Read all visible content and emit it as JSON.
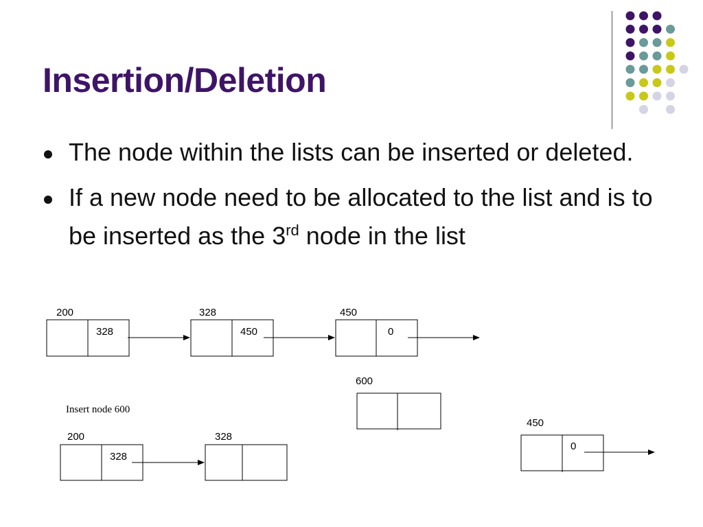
{
  "slide": {
    "title": "Insertion/Deletion",
    "bullets": [
      {
        "text": "The node within the lists can be inserted or deleted."
      },
      {
        "pre": "If a new node need to be allocated to the list and is to be inserted as the 3",
        "sup": "rd",
        "post": " node in the list"
      }
    ]
  },
  "diagram": {
    "list_top": {
      "nodes": [
        {
          "address": "200",
          "next": "328"
        },
        {
          "address": "328",
          "next": "450"
        },
        {
          "address": "450",
          "next": "0"
        }
      ]
    },
    "new_node": {
      "address": "600"
    },
    "caption": "Insert node 600",
    "list_bottom": {
      "nodes": [
        {
          "address": "200",
          "next": "328"
        },
        {
          "address": "328",
          "next": ""
        }
      ]
    },
    "detached_node": {
      "address": "450",
      "next": "0"
    }
  },
  "decoration": {
    "dot_colors": {
      "purple": "#3e1467",
      "teal": "#6a9a9a",
      "yellow": "#c8c819",
      "lavender": "#d4d4e4"
    },
    "dot_grid": [
      [
        "purple",
        "purple",
        "purple",
        ""
      ],
      [
        "purple",
        "purple",
        "purple",
        "teal"
      ],
      [
        "purple",
        "teal",
        "teal",
        "yellow"
      ],
      [
        "purple",
        "teal",
        "teal",
        "yellow"
      ],
      [
        "teal",
        "teal",
        "yellow",
        "yellow",
        "lavender"
      ],
      [
        "teal",
        "yellow",
        "yellow",
        "lavender"
      ],
      [
        "yellow",
        "yellow",
        "lavender",
        "lavender"
      ],
      [
        "",
        "lavender",
        "",
        "lavender"
      ]
    ]
  }
}
